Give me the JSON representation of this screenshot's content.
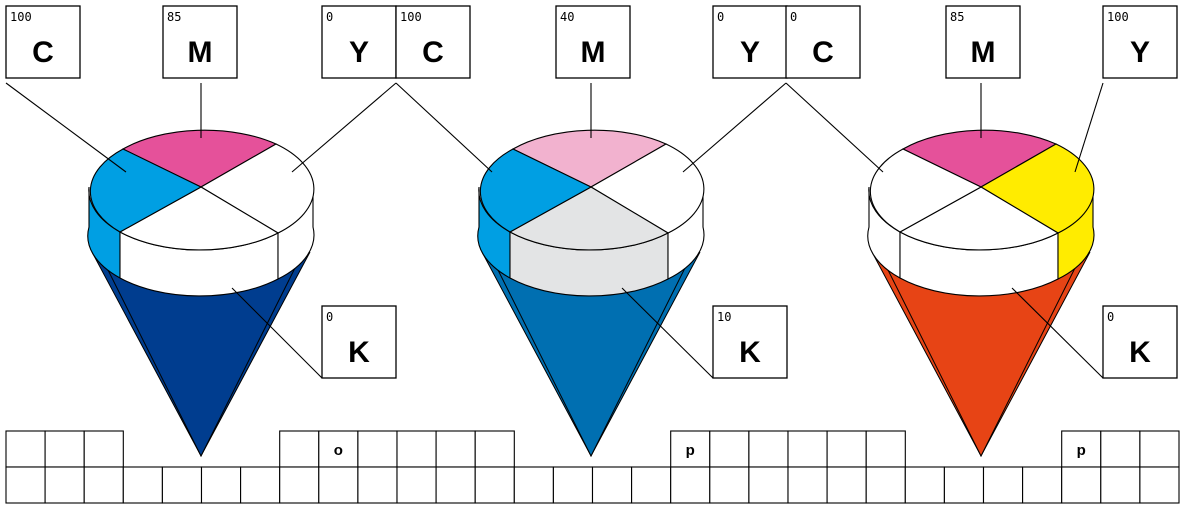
{
  "colors": {
    "cyan": "#009fe3",
    "magenta": "#e5519a",
    "yellow": "#ffec00",
    "white": "#ffffff",
    "outline": "#000000"
  },
  "swatches": [
    {
      "name": "swatch-1",
      "values": {
        "C": "100",
        "M": "85",
        "Y": "0",
        "K": "0"
      },
      "colors": {
        "cone": "#003d8f",
        "C": "#009fe3",
        "M": "#e5519a",
        "Y": "#ffffff",
        "K": "#ffffff",
        "side_left": "#009fe3",
        "side_right": "#ffffff"
      }
    },
    {
      "name": "swatch-2",
      "values": {
        "C": "100",
        "M": "40",
        "Y": "0",
        "K": "10"
      },
      "colors": {
        "cone": "#006fb1",
        "C": "#009fe3",
        "M": "#f2b2cf",
        "Y": "#ffffff",
        "K": "#e3e4e5",
        "side_left": "#009fe3",
        "side_right": "#ffffff"
      }
    },
    {
      "name": "swatch-3",
      "values": {
        "C": "0",
        "M": "85",
        "Y": "100",
        "K": "0"
      },
      "colors": {
        "cone": "#e74415",
        "C": "#ffffff",
        "M": "#e5519a",
        "Y": "#ffec00",
        "K": "#ffffff",
        "side_left": "#ffffff",
        "side_right": "#ffec00"
      }
    }
  ],
  "letters": {
    "C": "C",
    "M": "M",
    "Y": "Y",
    "K": "K"
  },
  "grid": {
    "marks": [
      "o",
      "p",
      "p"
    ]
  }
}
